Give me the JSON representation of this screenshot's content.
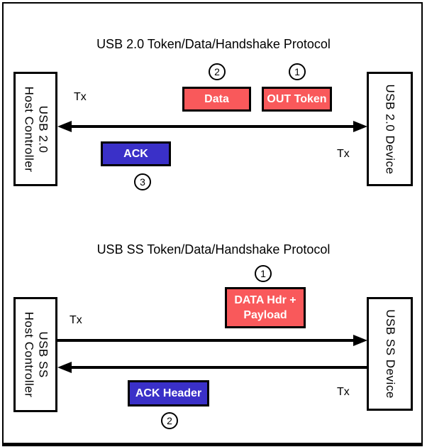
{
  "colors": {
    "packet_red": "#F9595B",
    "packet_blue": "#3A30C8",
    "ink": "#000000"
  },
  "usb2": {
    "title": "USB 2.0 Token/Data/Handshake Protocol",
    "host": {
      "line1": "USB 2.0",
      "line2": "Host Controller"
    },
    "device": {
      "label": "USB 2.0 Device"
    },
    "tx_host": "Tx",
    "tx_device": "Tx",
    "steps": {
      "out_token": {
        "number": "1",
        "label": "OUT Token"
      },
      "data": {
        "number": "2",
        "label": "Data"
      },
      "ack": {
        "number": "3",
        "label": "ACK"
      }
    }
  },
  "usbss": {
    "title": "USB SS Token/Data/Handshake Protocol",
    "host": {
      "line1": "USB SS",
      "line2": "Host Controller"
    },
    "device": {
      "label": "USB SS Device"
    },
    "tx_host": "Tx",
    "tx_device": "Tx",
    "steps": {
      "data": {
        "number": "1",
        "label_line1": "DATA Hdr +",
        "label_line2": "Payload"
      },
      "ack": {
        "number": "2",
        "label": "ACK Header"
      }
    }
  }
}
